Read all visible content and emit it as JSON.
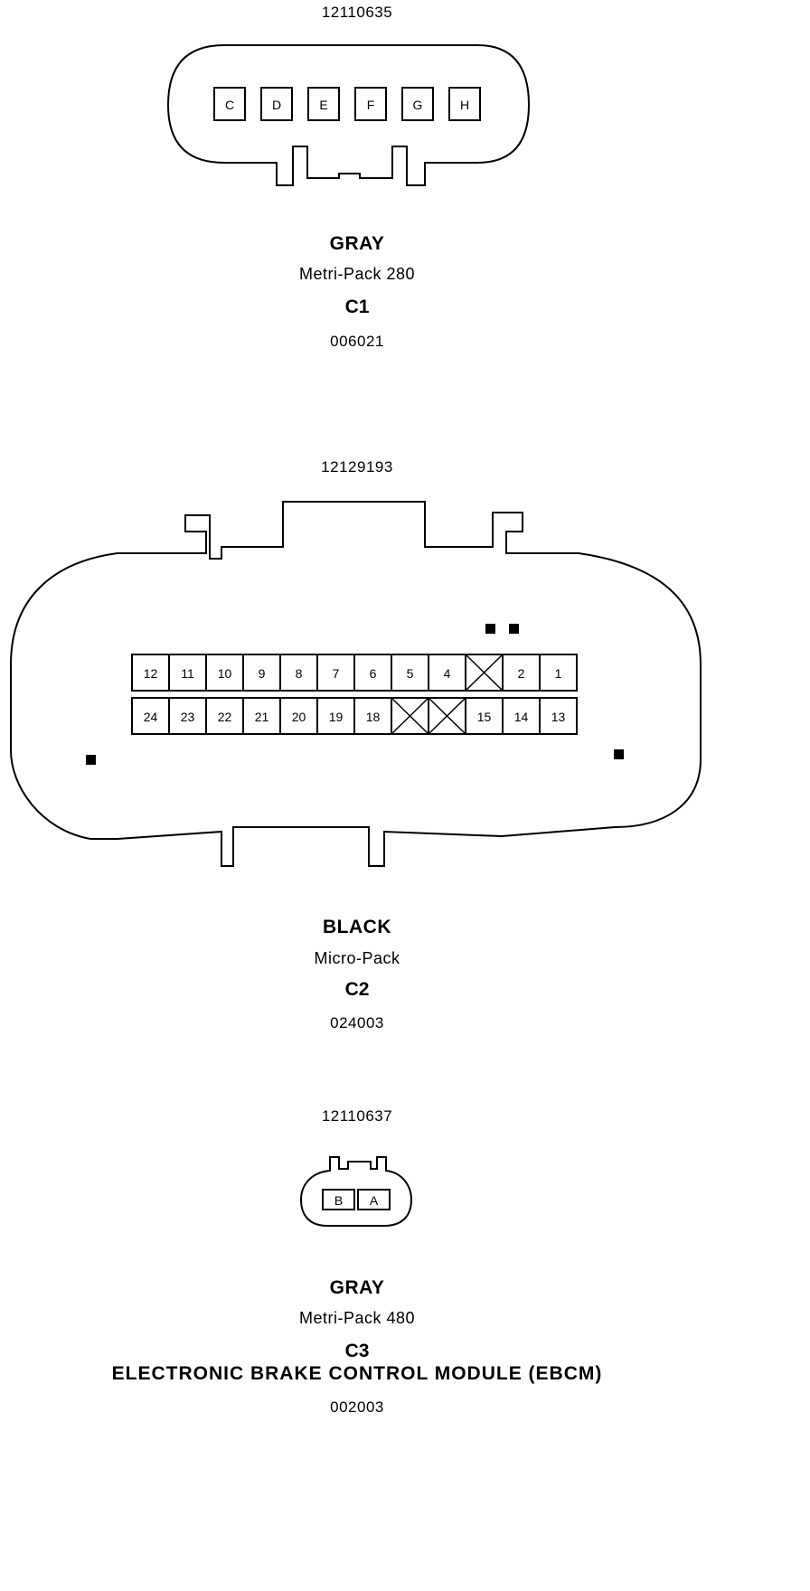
{
  "connectors": [
    {
      "part_number": "12110635",
      "color": "GRAY",
      "type": "Metri-Pack 280",
      "id": "C1",
      "code": "006021",
      "cavities": [
        "C",
        "D",
        "E",
        "F",
        "G",
        "H"
      ]
    },
    {
      "part_number": "12129193",
      "color": "BLACK",
      "type": "Micro-Pack",
      "id": "C2",
      "code": "024003",
      "top_row": [
        "12",
        "11",
        "10",
        "9",
        "8",
        "7",
        "6",
        "5",
        "4",
        "X",
        "2",
        "1"
      ],
      "bottom_row": [
        "24",
        "23",
        "22",
        "21",
        "20",
        "19",
        "18",
        "X",
        "X",
        "15",
        "14",
        "13"
      ]
    },
    {
      "part_number": "12110637",
      "color": "GRAY",
      "type": "Metri-Pack 480",
      "id": "C3",
      "component": "ELECTRONIC BRAKE CONTROL MODULE (EBCM)",
      "code": "002003",
      "cavities": [
        "B",
        "A"
      ]
    }
  ]
}
